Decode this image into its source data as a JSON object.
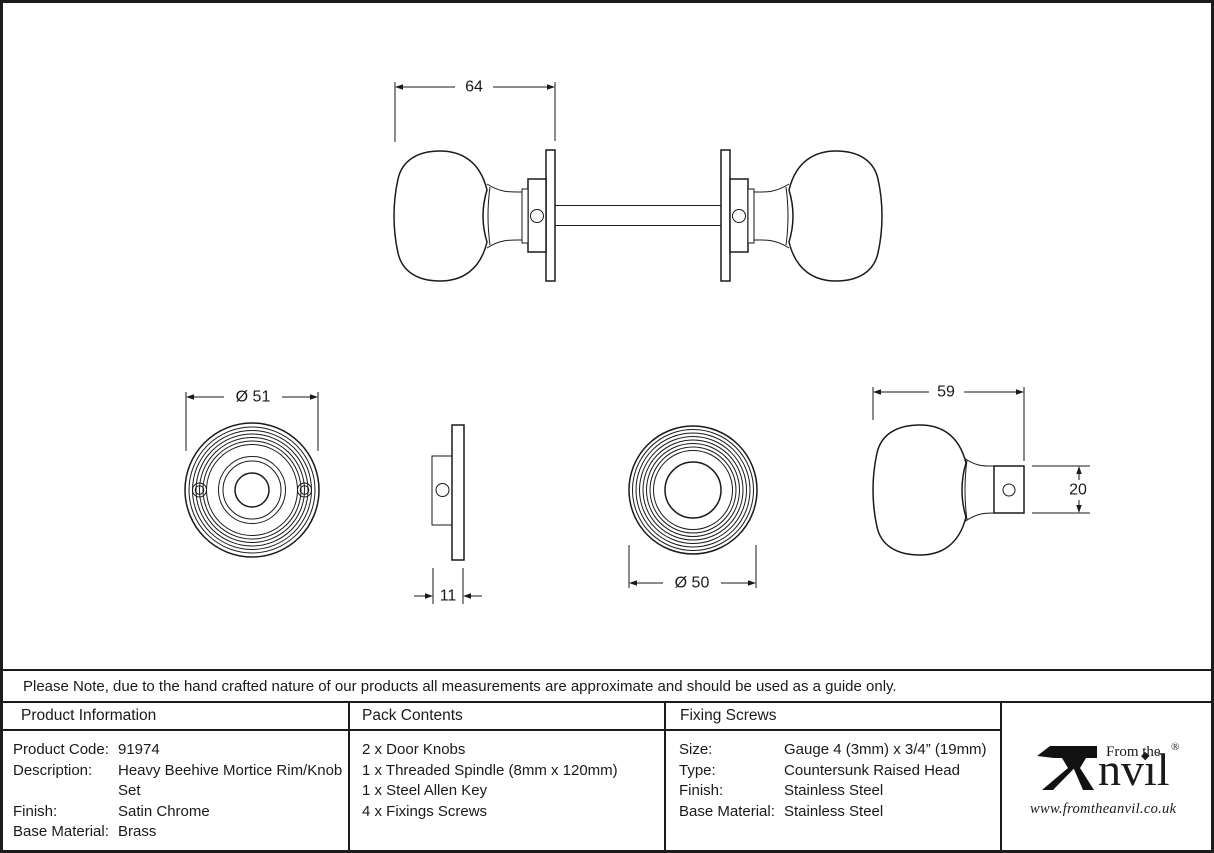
{
  "note": {
    "text": "Please Note, due to the hand crafted nature of our products all measurements are approximate and should be used as a guide only."
  },
  "drawing": {
    "views": [
      "knob-set-side-view",
      "rose-front-view",
      "rose-side-view",
      "knob-front-view",
      "knob-side-view"
    ],
    "dims": {
      "set_backplate_to_knob_face": "64",
      "rose_diameter": "Ø 51",
      "rose_depth": "11",
      "knob_diameter": "Ø 50",
      "knob_depth": "59",
      "collar_height": "20"
    }
  },
  "table": {
    "product_information": {
      "header": "Product Information",
      "rows": [
        {
          "label": "Product Code:",
          "value": "91974"
        },
        {
          "label": "Description:",
          "value": "Heavy Beehive Mortice Rim/Knob Set"
        },
        {
          "label": "Finish:",
          "value": "Satin Chrome"
        },
        {
          "label": "Base Material:",
          "value": "Brass"
        }
      ]
    },
    "pack_contents": {
      "header": "Pack Contents",
      "items": [
        "2 x Door Knobs",
        "1 x Threaded Spindle (8mm x 120mm)",
        "1 x Steel Allen Key",
        "4 x Fixings Screws"
      ]
    },
    "fixing_screws": {
      "header": "Fixing Screws",
      "rows": [
        {
          "label": "Size:",
          "value": "Gauge 4 (3mm) x 3/4” (19mm)"
        },
        {
          "label": "Type:",
          "value": "Countersunk Raised Head"
        },
        {
          "label": "Finish:",
          "value": "Stainless Steel"
        },
        {
          "label": "Base Material:",
          "value": "Stainless Steel"
        }
      ]
    }
  },
  "logo": {
    "tagline": "From the",
    "brand": "Anvil",
    "brand_tail": "nvıl",
    "diamond": "◆",
    "registered": "®",
    "website": "www.fromtheanvil.co.uk"
  },
  "colors": {
    "ink": "#1a1a1a",
    "paper": "#ffffff"
  }
}
